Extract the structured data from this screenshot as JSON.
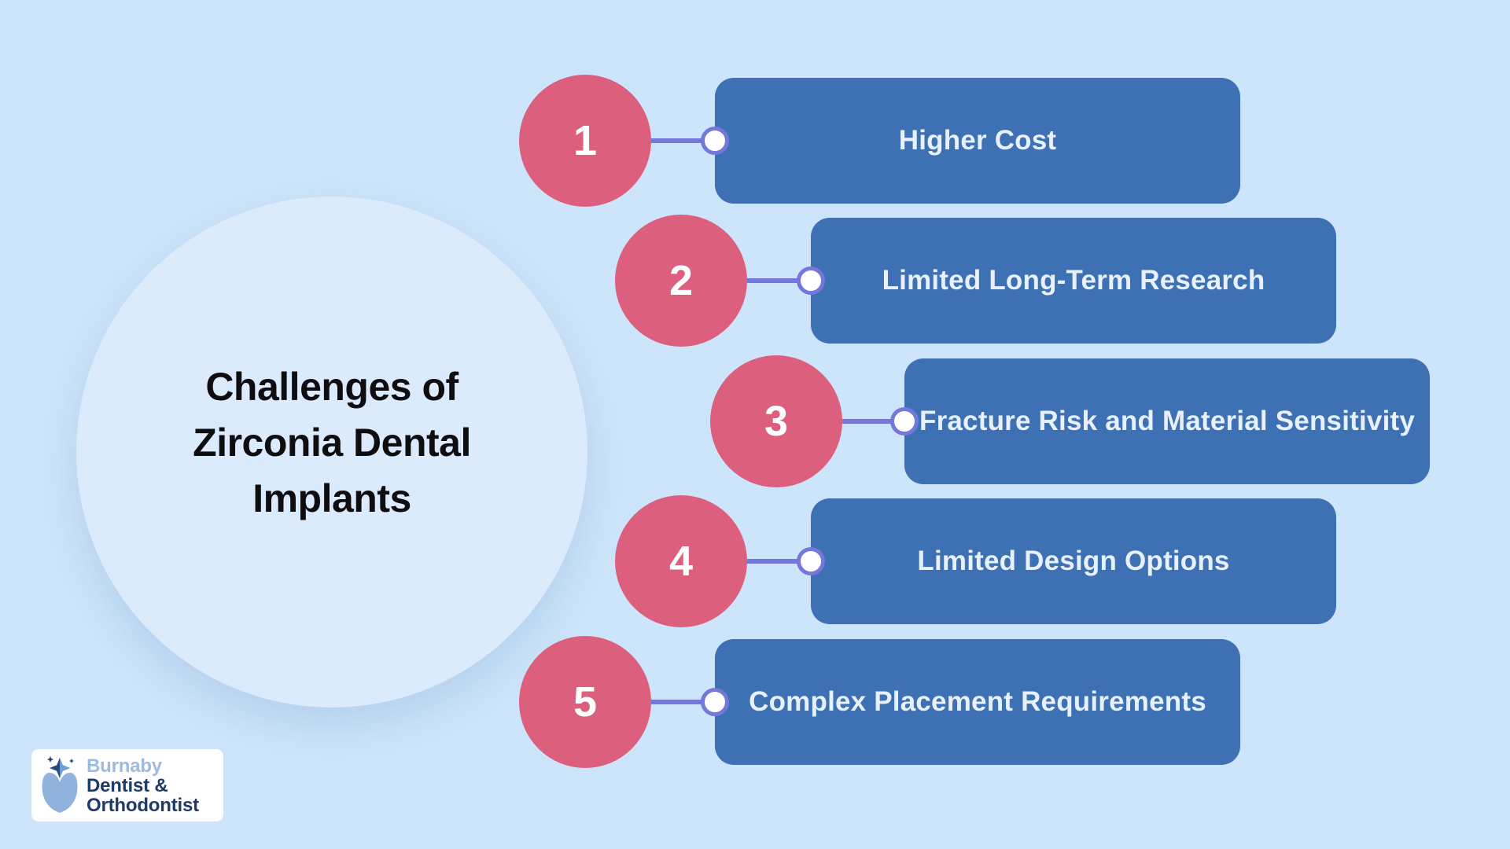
{
  "hero": {
    "title": "Challenges of Zirconia Dental Implants",
    "title_lines": [
      "Challenges of",
      "Zirconia Dental",
      "Implants"
    ]
  },
  "items": [
    {
      "number": "1",
      "label": "Higher Cost"
    },
    {
      "number": "2",
      "label": "Limited Long-Term Research"
    },
    {
      "number": "3",
      "label": "Fracture Risk and Material Sensitivity"
    },
    {
      "number": "4",
      "label": "Limited Design Options"
    },
    {
      "number": "5",
      "label": "Complex Placement Requirements"
    }
  ],
  "logo": {
    "line1": "Burnaby",
    "line2": "Dentist &",
    "line3": "Orthodontist",
    "icon": "tooth-star-icon"
  },
  "colors": {
    "background": "#cde5fa",
    "hero_circle": "#dcebfb",
    "number_circle": "#dc5f7e",
    "bar": "#3d71b3",
    "connector": "#7577da",
    "bar_text": "#e7f0fb",
    "title_text": "#0e0e10",
    "logo_light_blue": "#9bbbdf",
    "logo_navy": "#1e3b66",
    "tooth": "#8fb3dc"
  }
}
